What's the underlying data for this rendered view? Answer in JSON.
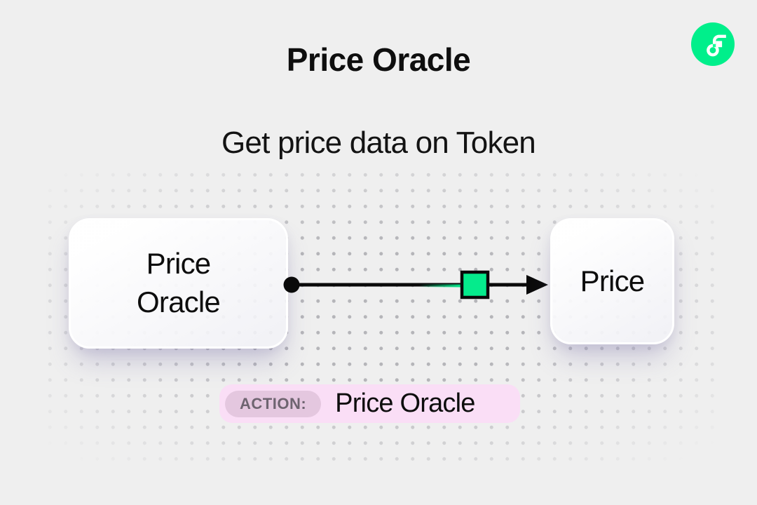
{
  "header": {
    "title": "Price Oracle",
    "subtitle": "Get price data on Token"
  },
  "logo": {
    "name": "Flow",
    "circle_color": "#00EF8B",
    "glyph_color": "#FFFFFF",
    "notch_color": "#16FF99"
  },
  "diagram": {
    "source_node": {
      "label": "Price Oracle"
    },
    "target_node": {
      "label": "Price"
    },
    "connector": {
      "line_color": "#0A0A0A",
      "marker_color": "#05EB8C"
    }
  },
  "action_bar": {
    "badge_label": "ACTION:",
    "value": "Price Oracle",
    "pill_color": "#FADEF6",
    "badge_color": "#E4C7DF",
    "badge_text_color": "#6E6470"
  },
  "colors": {
    "background": "#EFEFEF",
    "dot_grid": "#B5B5B9",
    "text": "#0E0E0E"
  }
}
